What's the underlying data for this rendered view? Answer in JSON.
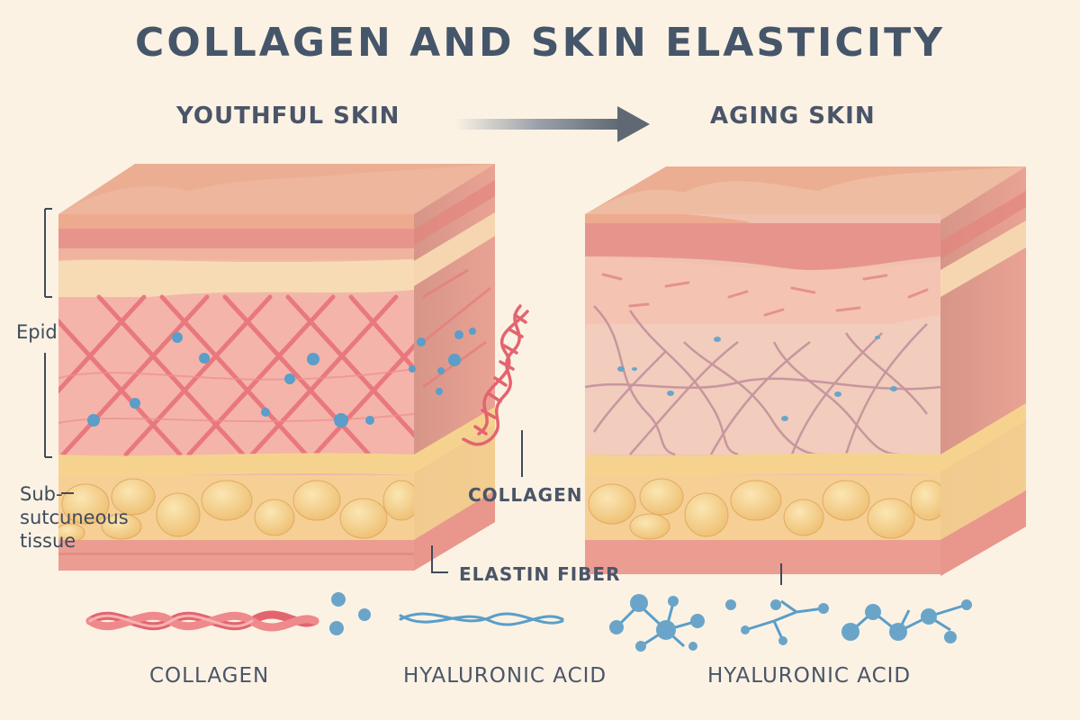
{
  "title": "COLLAGEN AND SKIN ELASTICITY",
  "headers": {
    "youthful": "YOUTHFUL SKIN",
    "aging": "AGING SKIN"
  },
  "side_labels": {
    "epid": "Epid",
    "subcutaneous": [
      "Sub-",
      "sutcuneous",
      "tissue"
    ]
  },
  "callouts": {
    "collagen": "COLLAGEN",
    "elastin": "ELASTIN FIBER"
  },
  "bottom_labels": {
    "collagen": "COLLAGEN",
    "hyaluronic_1": "HYALURONIC ACID",
    "hyaluronic_2": "HYALURONIC ACID"
  },
  "colors": {
    "background": "#fbf2e4",
    "title": "#46566a",
    "skin_top": "#e9a285",
    "dermis": "#f2b7a8",
    "collagen_fiber": "#e8727a",
    "fat": "#f5d38f",
    "water_dot": "#5a9ec9",
    "aging_fiber": "#b98595",
    "arrow": "#6b7480"
  }
}
